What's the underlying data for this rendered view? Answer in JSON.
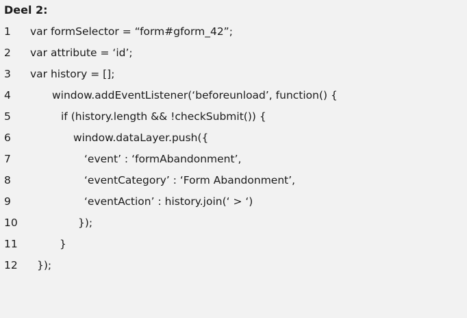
{
  "heading": "Deel 2:",
  "lines": [
    {
      "num": "1",
      "text": "var formSelector = “form#gform_42”;"
    },
    {
      "num": "2",
      "text": "var attribute = ‘id’;"
    },
    {
      "num": "3",
      "text": "var history = [];"
    },
    {
      "num": "4",
      "text": "window.addEventListener(‘beforeunload’, function() {"
    },
    {
      "num": "5",
      "text": "if (history.length && !checkSubmit()) {"
    },
    {
      "num": "6",
      "text": "window.dataLayer.push({"
    },
    {
      "num": "7",
      "text": "‘event’ : ‘formAbandonment’,"
    },
    {
      "num": "8",
      "text": "‘eventCategory’ : ‘Form Abandonment’,"
    },
    {
      "num": "9",
      "text": "‘eventAction’ : history.join(‘ > ‘)"
    },
    {
      "num": "10",
      "text": "});"
    },
    {
      "num": "11",
      "text": "}"
    },
    {
      "num": "12",
      "text": "});"
    }
  ]
}
